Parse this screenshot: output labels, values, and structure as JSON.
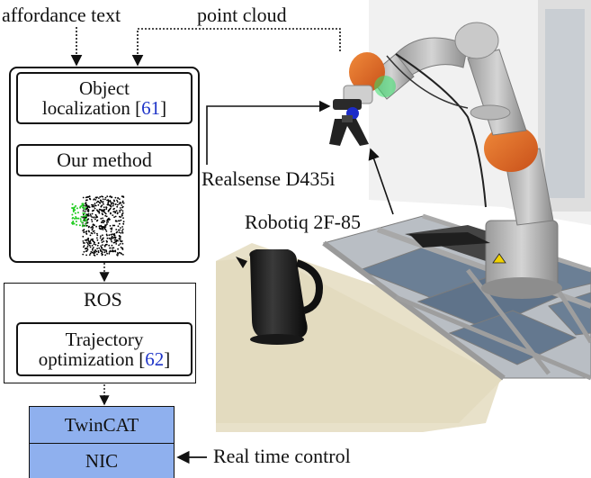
{
  "inputs": {
    "affordance_text": "affordance text",
    "point_cloud": "point cloud"
  },
  "pipeline": {
    "object_localization": {
      "line1": "Object",
      "line2": "localization [",
      "cite": "61",
      "close": "]"
    },
    "our_method": "Our method",
    "ros": "ROS",
    "trajectory_optimization": {
      "line1": "Trajectory",
      "line2": "optimization [",
      "cite": "62",
      "close": "]"
    },
    "twincat": "TwinCAT",
    "nic": "NIC"
  },
  "labels": {
    "realsense": "Realsense D435i",
    "robotiq": "Robotiq 2F-85",
    "real_time_control": "Real time control"
  },
  "colors": {
    "hardware_box": "#8fb0ee",
    "citation": "#1f35c8",
    "highlight_points": "#22cc22"
  }
}
